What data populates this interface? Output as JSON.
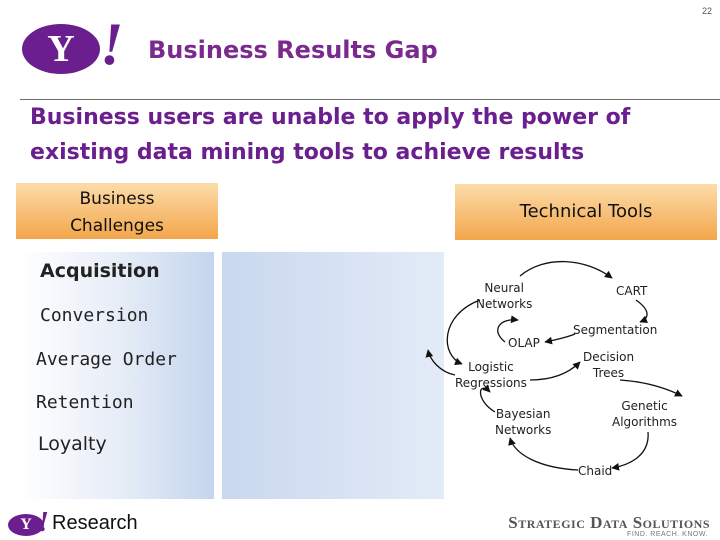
{
  "page_number": "22",
  "logo": {
    "letter": "Y",
    "bang": "!"
  },
  "title": "Business Results Gap",
  "subtitle_lines": [
    "Business users are unable to apply the power of",
    "existing data mining tools to achieve results"
  ],
  "left_header": {
    "line1": "Business",
    "line2": "Challenges"
  },
  "right_header": "Technical Tools",
  "challenges": [
    "Acquisition",
    "Conversion",
    "Average Order",
    "Retention",
    "Loyalty"
  ],
  "tools": {
    "neural_1": "Neural",
    "neural_2": "Networks",
    "cart": "CART",
    "segmentation": "Segmentation",
    "olap": "OLAP",
    "logistic_1": "Logistic",
    "logistic_2": "Regressions",
    "decision_1": "Decision",
    "decision_2": "Trees",
    "bayesian_1": "Bayesian",
    "bayesian_2": "Networks",
    "genetic_1": "Genetic",
    "genetic_2": "Algorithms",
    "chaid": "Chaid"
  },
  "footer": {
    "research_logo_letter": "Y",
    "research_bang": "!",
    "research_label": "Research",
    "company": "Strategic Data Solutions",
    "tagline": "FIND. REACH. KNOW."
  },
  "colors": {
    "brand_purple": "#6b1f8e",
    "header_orange": "#f3a64a",
    "gap_blue": "#c9d8ef"
  }
}
